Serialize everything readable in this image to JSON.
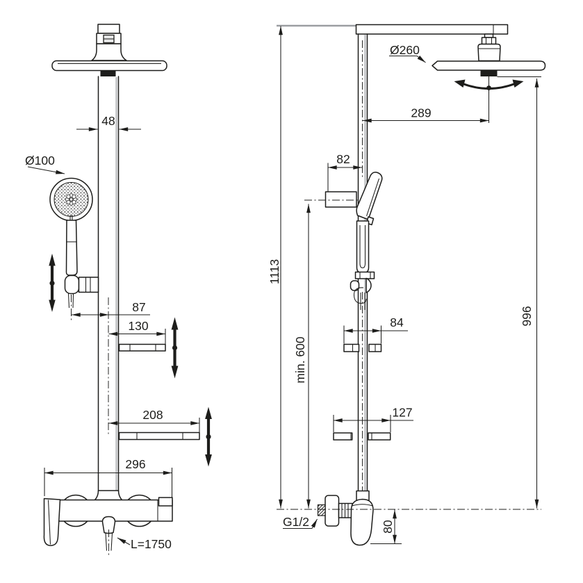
{
  "drawing": {
    "type": "shower-system-dimensional-drawing",
    "colors": {
      "line": "#1d1d1b",
      "shading_gray": "#c3c5c7",
      "reference_gray": "#9b9ea1",
      "background": "#ffffff"
    },
    "front_view": {
      "dims": {
        "pipe_width": "48",
        "hand_shower_diameter": "Ø100",
        "holder_offset": "87",
        "upper_shelf_width": "130",
        "lower_shelf_width": "208",
        "mixer_width": "296",
        "hose_length": "L=1750"
      }
    },
    "side_view": {
      "dims": {
        "head_shower_diameter": "Ø260",
        "head_offset": "289",
        "holder_offset": "82",
        "total_height": "1113",
        "min_mount_height": "min. 600",
        "upper_shelf_depth": "84",
        "column_height": "996",
        "lower_shelf_depth": "127",
        "inlet_connection": "G1/2",
        "lever_height": "80"
      }
    }
  }
}
